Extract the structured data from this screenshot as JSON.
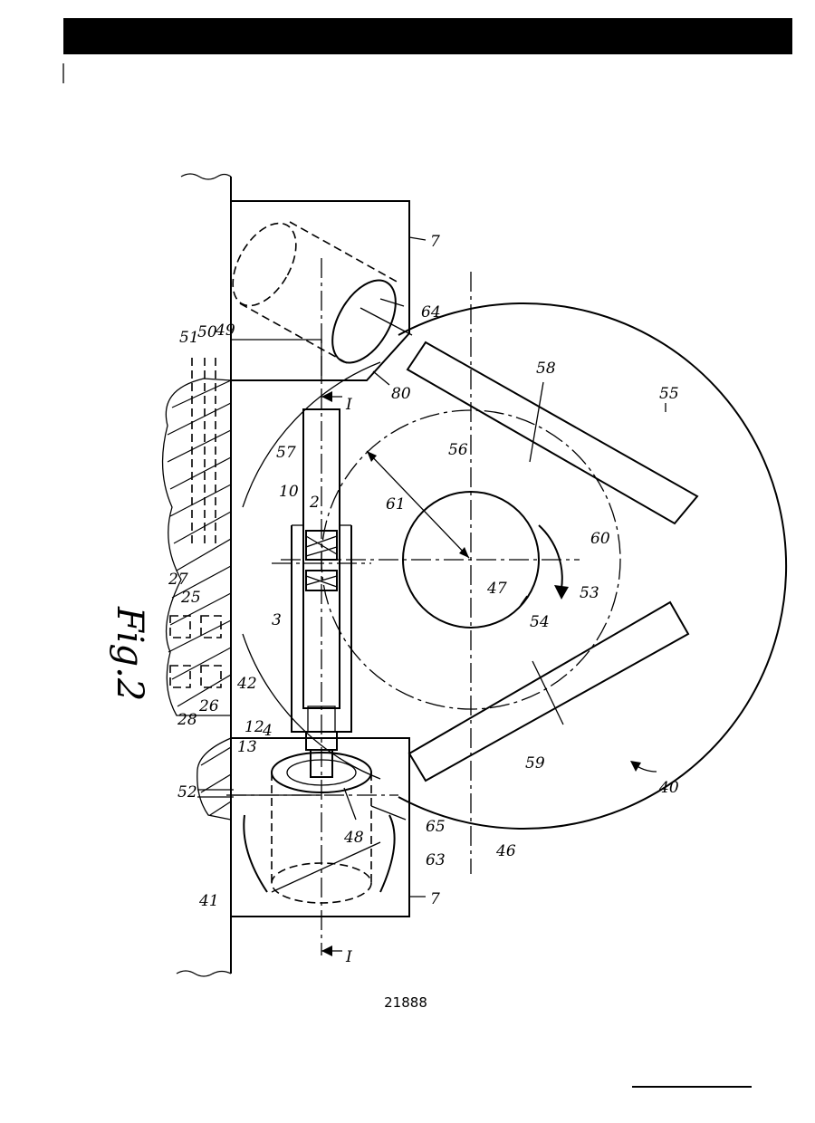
{
  "figure": {
    "caption": "Fig.2",
    "page_number": "21888"
  },
  "labels": {
    "l2": "2",
    "l3": "3",
    "l4": "4",
    "l7a": "7",
    "l7b": "7",
    "l10": "10",
    "l12": "12",
    "l13": "13",
    "l25": "25",
    "l26": "26",
    "l27": "27",
    "l28": "28",
    "l40": "40",
    "l41": "41",
    "l42": "42",
    "l46": "46",
    "l47": "47",
    "l48": "48",
    "l49": "49",
    "l50": "50",
    "l51": "51",
    "l52": "52",
    "l53": "53",
    "l54": "54",
    "l55": "55",
    "l56": "56",
    "l57": "57",
    "l58": "58",
    "l59": "59",
    "l60": "60",
    "l61": "61",
    "l63": "63",
    "l64": "64",
    "l65": "65",
    "l80": "80",
    "sec_top": "I",
    "sec_bot": "I"
  }
}
